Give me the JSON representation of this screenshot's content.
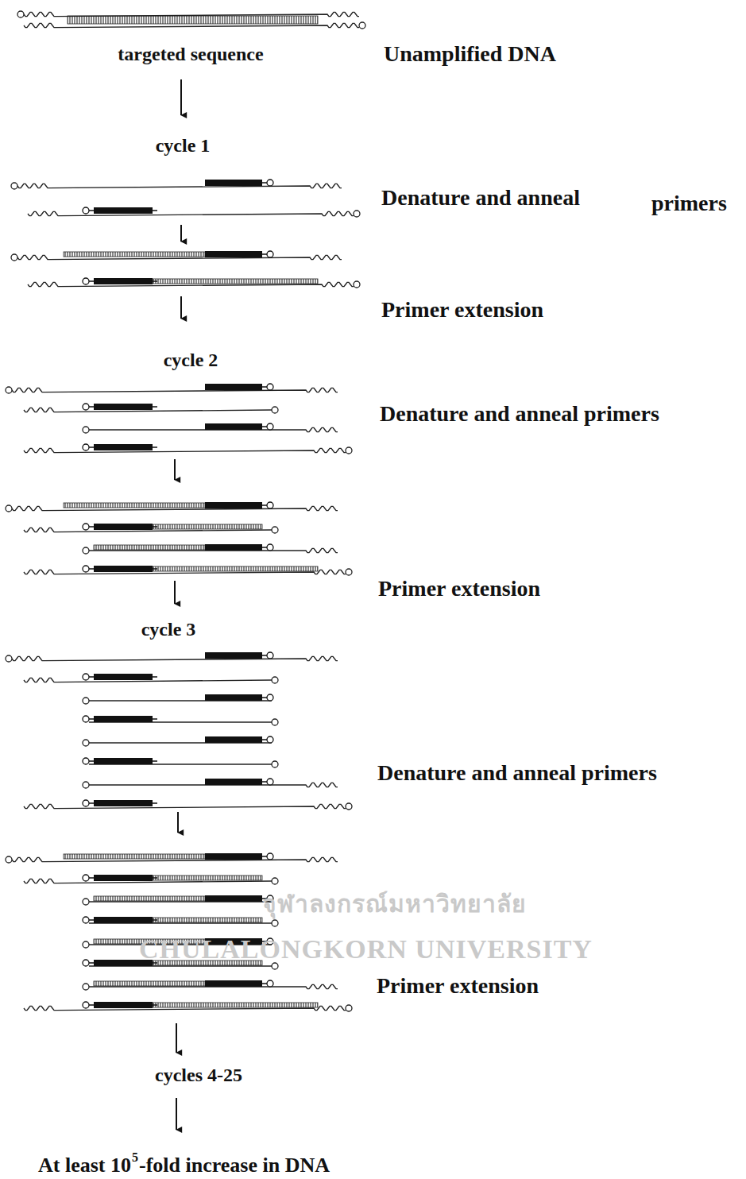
{
  "diagram": {
    "labels": [
      "targeted sequence",
      "Unamplified DNA",
      "cycle 1",
      "Denature and anneal",
      "primers",
      "Primer extension",
      "cycle 2",
      "Denature and anneal primers",
      "Primer extension",
      "cycle 3",
      "Denature and anneal primers",
      "Primer extension",
      "cycles 4-25",
      "At least 10",
      "5",
      "-fold increase in DNA",
      "จุฬาลงกรณ์มหาวิทยาลัย",
      "CHULALONGKORN UNIVERSITY"
    ]
  }
}
